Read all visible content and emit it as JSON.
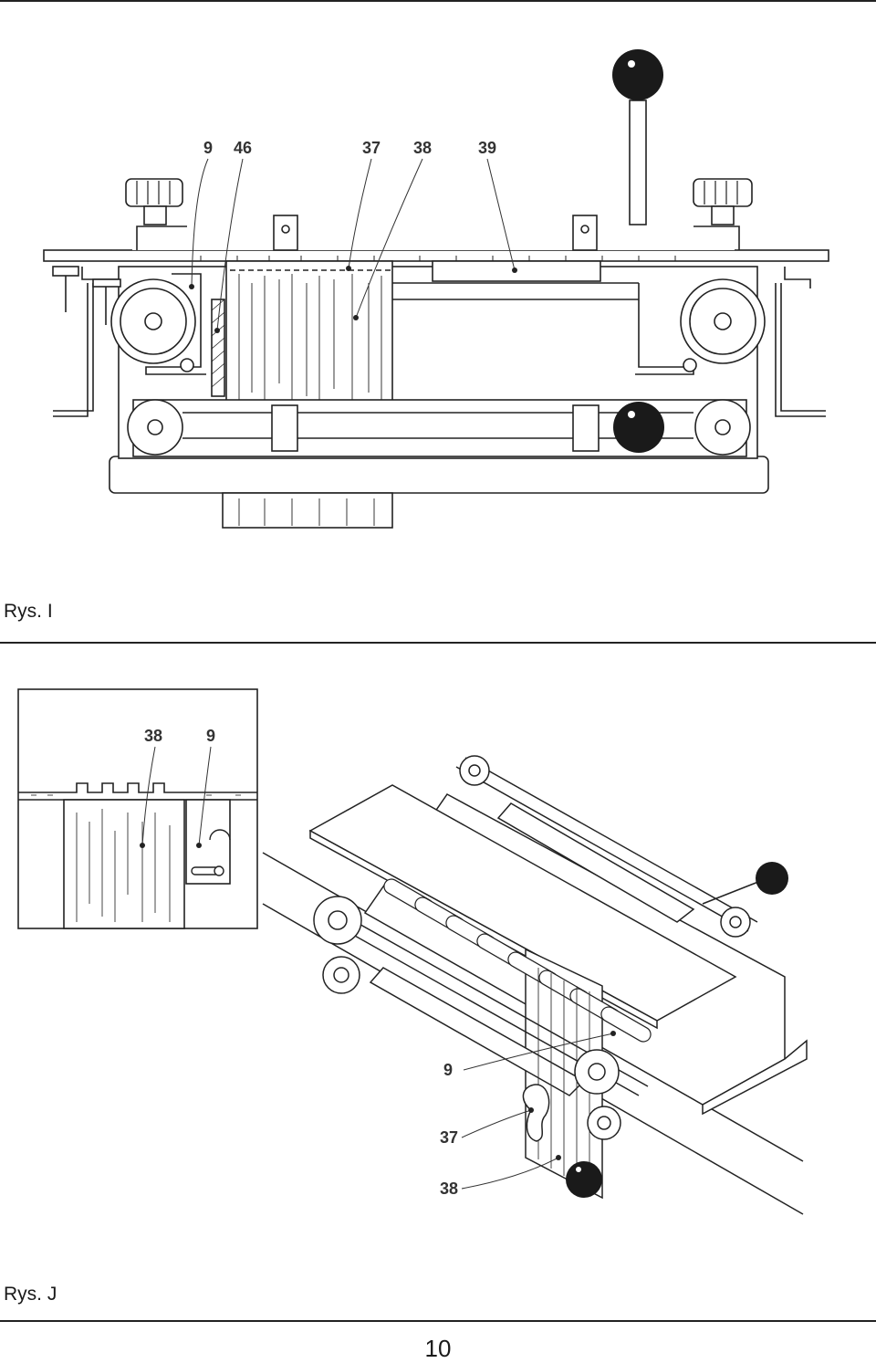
{
  "figure_i": {
    "caption": "Rys. I",
    "callouts": [
      "9",
      "46",
      "37",
      "38",
      "39"
    ]
  },
  "figure_j": {
    "caption": "Rys. J",
    "inset_callouts": [
      "38",
      "9"
    ],
    "callouts": [
      "9",
      "37",
      "38"
    ]
  },
  "page_number": "10"
}
